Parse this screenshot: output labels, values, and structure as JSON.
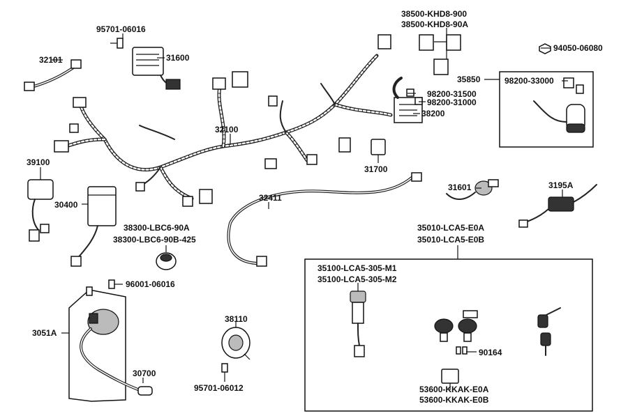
{
  "labels": {
    "p95701_06016": "95701-06016",
    "p31600": "31600",
    "p32101": "32101",
    "p38500_a": "38500-KHD8-900",
    "p38500_b": "38500-KHD8-90A",
    "p94050": "94050-06080",
    "p35850": "35850",
    "p98200_33000": "98200-33000",
    "p98200_31500": "98200-31500",
    "p98200_31000": "98200-31000",
    "p38200": "38200",
    "p32100": "32100",
    "p39100": "39100",
    "p30400": "30400",
    "p31700": "31700",
    "p32411": "32411",
    "p31601": "31601",
    "p3195a": "3195A",
    "p38300_a": "38300-LBC6-90A",
    "p38300_b": "38300-LBC6-90B-425",
    "p35010_a": "35010-LCA5-E0A",
    "p35010_b": "35010-LCA5-E0B",
    "p96001": "96001-06016",
    "p35100_a": "35100-LCA5-305-M1",
    "p35100_b": "35100-LCA5-305-M2",
    "p3051a": "3051A",
    "p38110": "38110",
    "p30700": "30700",
    "p95701_06012": "95701-06012",
    "p90164": "90164",
    "p53600_a": "53600-KKAK-E0A",
    "p53600_b": "53600-KKAK-E0B"
  }
}
